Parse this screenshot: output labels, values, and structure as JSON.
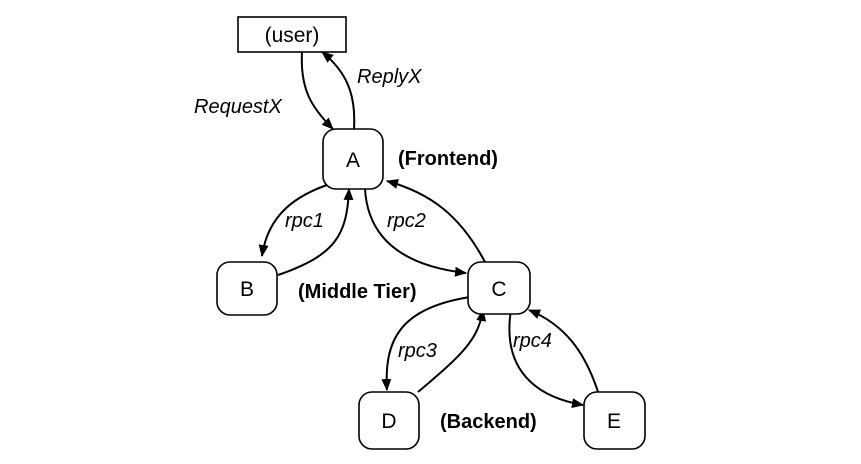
{
  "nodes": {
    "user": "(user)",
    "a": "A",
    "b": "B",
    "c": "C",
    "d": "D",
    "e": "E"
  },
  "edges": {
    "request": "RequestX",
    "reply": "ReplyX",
    "rpc1": "rpc1",
    "rpc2": "rpc2",
    "rpc3": "rpc3",
    "rpc4": "rpc4"
  },
  "tiers": {
    "frontend": "(Frontend)",
    "middle": "(Middle Tier)",
    "backend": "(Backend)"
  },
  "colors": {
    "stroke": "#000000",
    "background": "#ffffff"
  }
}
